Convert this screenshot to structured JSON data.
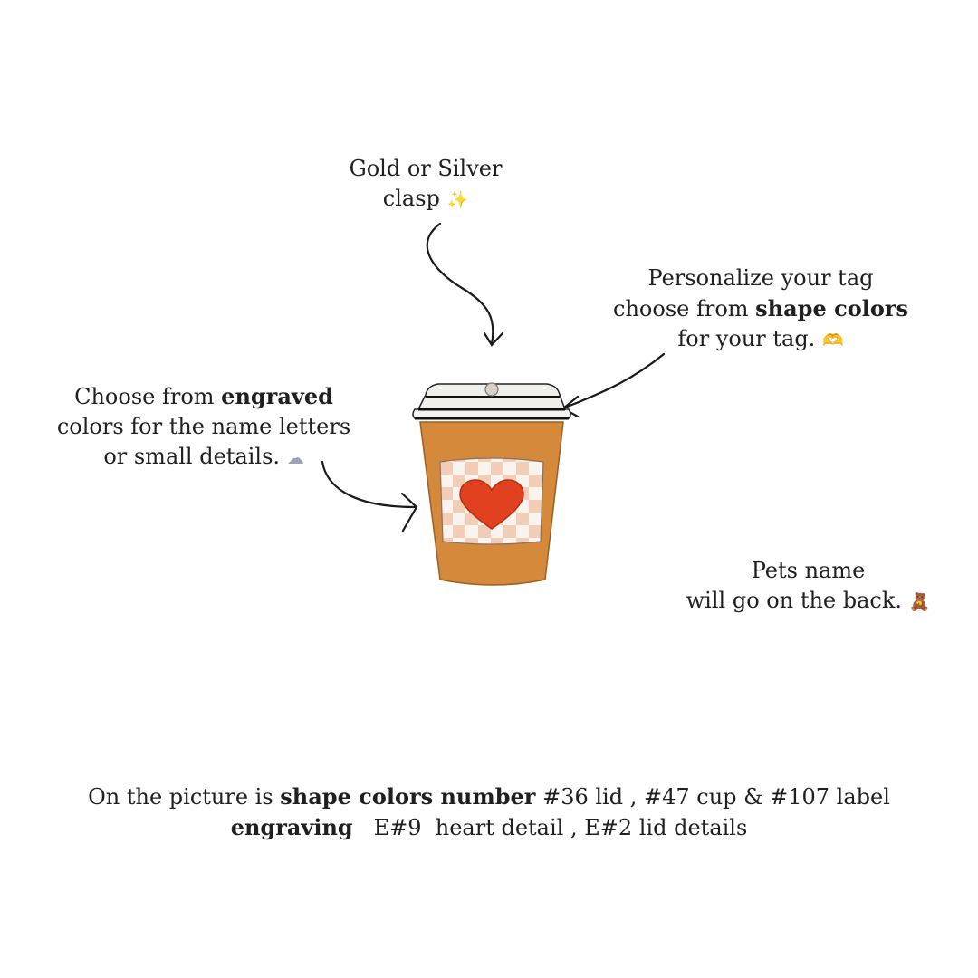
{
  "colors": {
    "text": "#1f1f1f",
    "cup": "#d58a3b",
    "lid": "#f1efea",
    "lid_stripe": "#111111",
    "label_check": "#f2cdb8",
    "heart": "#e2411f",
    "clasp": "#d9d1c6"
  },
  "clasp_note": {
    "line1": "Gold or Silver",
    "line2": "clasp",
    "emoji": "✨"
  },
  "shape_note": {
    "line1": "Personalize your tag",
    "line2_pre": "choose from ",
    "line2_bold": "shape colors",
    "line3": "for your tag.",
    "emoji": "🫶"
  },
  "engrave_note": {
    "line1_pre": "Choose from ",
    "line1_bold": "engraved",
    "line2": "colors for the name letters",
    "line3": "or small details.",
    "emoji": "☁"
  },
  "pets_note": {
    "line1": "Pets name",
    "line2": "will go on the back.",
    "emoji": "🧸"
  },
  "caption": {
    "line1_pre": "On the picture is ",
    "line1_bold": "shape colors number",
    "line1_post": " #36 lid , #47 cup & #107 label",
    "line2_bold": "engraving",
    "line2_post": "  E#9  heart detail , E#2 lid details"
  }
}
